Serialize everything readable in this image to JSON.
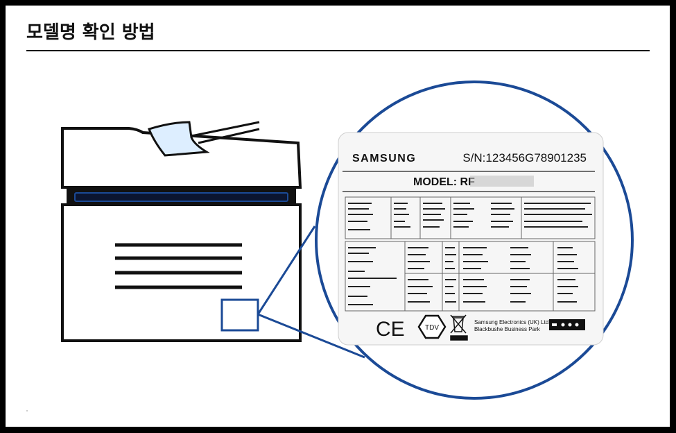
{
  "page": {
    "title": "모델명 확인 방법"
  },
  "label": {
    "brand": "SAMSUNG",
    "serial": "S/N:123456G78901235",
    "model": "MODEL: RF",
    "ce_mark": "CE",
    "tdv_mark": "TDV",
    "maker_line1": "Samsung Electronics (UK) Ltd.",
    "maker_line2": "Blackbushe Business Park"
  },
  "colors": {
    "accent": "#1b4a96",
    "paper_corner": "#ddeeff",
    "ink": "#111111"
  }
}
